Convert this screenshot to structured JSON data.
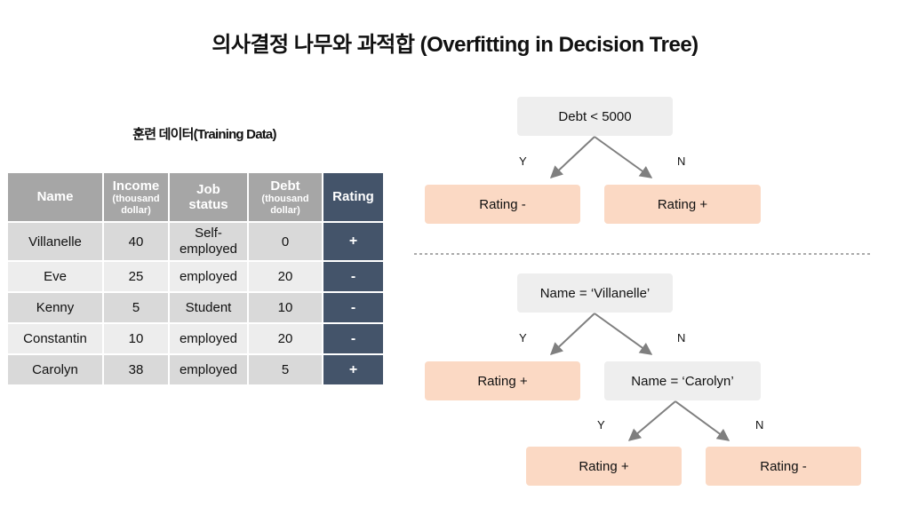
{
  "title": "의사결정 나무와 과적합 (Overfitting in Decision Tree)",
  "table": {
    "caption": "훈련 데이터(Training Data)",
    "headers": {
      "name": "Name",
      "income": "Income",
      "income_unit": "(thousand dollar)",
      "job_line1": "Job",
      "job_line2": "status",
      "debt": "Debt",
      "debt_unit": "(thousand dollar)",
      "rating": "Rating"
    },
    "rows": [
      {
        "name": "Villanelle",
        "income": "40",
        "job_line1": "Self-",
        "job_line2": "employed",
        "debt": "0",
        "rating": "+"
      },
      {
        "name": "Eve",
        "income": "25",
        "job_line1": "employed",
        "job_line2": "",
        "debt": "20",
        "rating": "-"
      },
      {
        "name": "Kenny",
        "income": "5",
        "job_line1": "Student",
        "job_line2": "",
        "debt": "10",
        "rating": "-"
      },
      {
        "name": "Constantin",
        "income": "10",
        "job_line1": "employed",
        "job_line2": "",
        "debt": "20",
        "rating": "-"
      },
      {
        "name": "Carolyn",
        "income": "38",
        "job_line1": "employed",
        "job_line2": "",
        "debt": "5",
        "rating": "+"
      }
    ]
  },
  "tree1": {
    "root": "Debt < 5000",
    "yes_label": "Y",
    "no_label": "N",
    "yes_leaf": "Rating -",
    "no_leaf": "Rating +"
  },
  "tree2": {
    "root": "Name = ‘Villanelle’",
    "yes_label": "Y",
    "no_label": "N",
    "yes_leaf": "Rating +",
    "sub_root": "Name = ‘Carolyn’",
    "sub_yes_label": "Y",
    "sub_no_label": "N",
    "sub_yes_leaf": "Rating +",
    "sub_no_leaf": "Rating -"
  },
  "colors": {
    "header_gray": "#a6a6a6",
    "rating_navy": "#44546a",
    "row_light": "#d9d9d9",
    "row_lighter": "#ededed",
    "question_node": "#eeeeee",
    "leaf_node": "#fbd9c4",
    "edge": "#7f7f7f"
  }
}
